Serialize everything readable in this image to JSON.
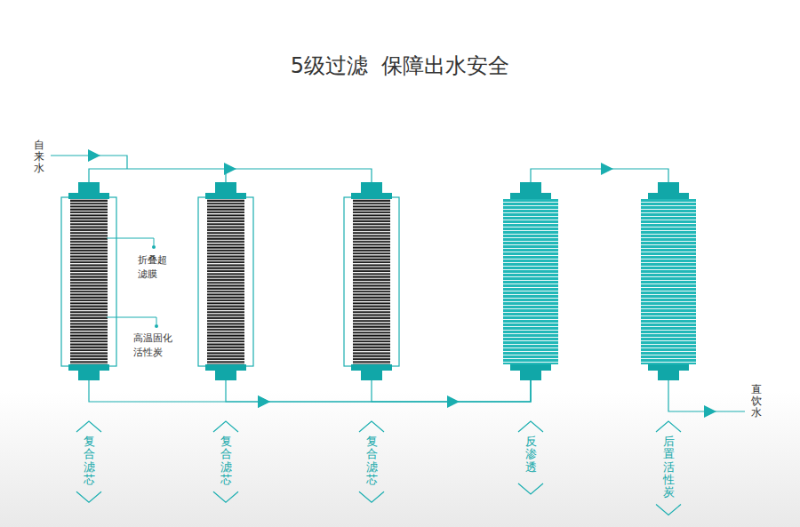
{
  "diagram": {
    "title": "5级过滤  保障出水安全",
    "nodes": [
      {
        "text": [
          "复合滤芯"
        ]
      },
      {
        "text": [
          "复合滤芯"
        ]
      },
      {
        "text": [
          "复合滤芯"
        ]
      },
      {
        "text": [
          "反渗透"
        ]
      },
      {
        "text": [
          "后置活性炭"
        ]
      }
    ],
    "edges": [
      {
        "from": 0,
        "to": 3,
        "arrow": "to"
      },
      {
        "from": 1,
        "to": 3,
        "arrow": "to"
      },
      {
        "from": 2,
        "to": 3,
        "arrow": "to"
      },
      {
        "from": 3,
        "to": 4,
        "arrow": "to"
      }
    ],
    "labels": [
      "自来水",
      "折叠超滤膜",
      "高温固化活性炭",
      "直饮水"
    ]
  }
}
